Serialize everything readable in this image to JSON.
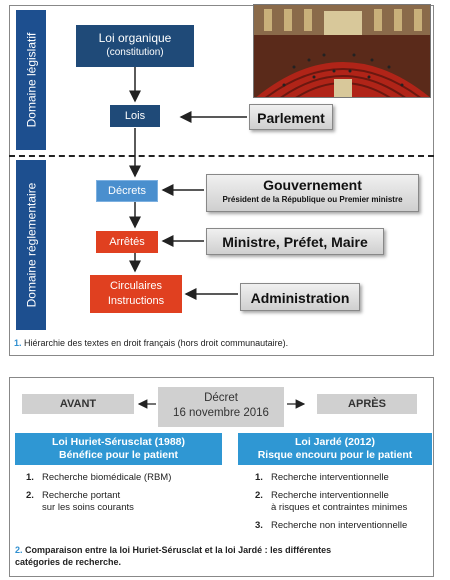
{
  "figure1": {
    "side_top": "Domaine législatif",
    "side_bottom": "Domaine réglementaire",
    "loi_organique": "Loi organique",
    "loi_organique_sub": "(constitution)",
    "lois": "Lois",
    "parlement": "Parlement",
    "decrets": "Décrets",
    "gouvernement": "Gouvernement",
    "gouvernement_sub": "Président de la République ou Premier ministre",
    "arretes": "Arrêtés",
    "ministre": "Ministre, Préfet, Maire",
    "circulaires_1": "Circulaires",
    "circulaires_2": "Instructions",
    "administration": "Administration",
    "caption_num": "1.",
    "caption": "Hiérarchie des textes en droit français (hors droit communautaire)."
  },
  "figure2": {
    "avant": "AVANT",
    "apres": "APRÈS",
    "decret_1": "Décret",
    "decret_2": "16 novembre 2016",
    "left_title_1": "Loi Huriet-Sérusclat (1988)",
    "left_title_2": "Bénéfice pour le patient",
    "right_title_1": "Loi Jardé (2012)",
    "right_title_2": "Risque encouru pour le patient",
    "left_items": [
      {
        "num": "1.",
        "lines": [
          "Recherche biomédicale (RBM)"
        ]
      },
      {
        "num": "2.",
        "lines": [
          "Recherche portant",
          "sur les soins courants"
        ]
      }
    ],
    "right_items": [
      {
        "num": "1.",
        "lines": [
          "Recherche interventionnelle"
        ]
      },
      {
        "num": "2.",
        "lines": [
          "Recherche interventionnelle",
          "à risques et contraintes minimes"
        ]
      },
      {
        "num": "3.",
        "lines": [
          "Recherche non interventionnelle"
        ]
      }
    ],
    "caption_num": "2.",
    "caption_1": "Comparaison entre la loi Huriet-Sérusclat et la loi Jardé : les différentes",
    "caption_2": "catégories de recherche."
  },
  "colors": {
    "navy": "#1f4a78",
    "blue": "#4a8fce",
    "red": "#e04020",
    "cyan_header": "#2f97d3",
    "side_bar": "#1d4f8f"
  }
}
